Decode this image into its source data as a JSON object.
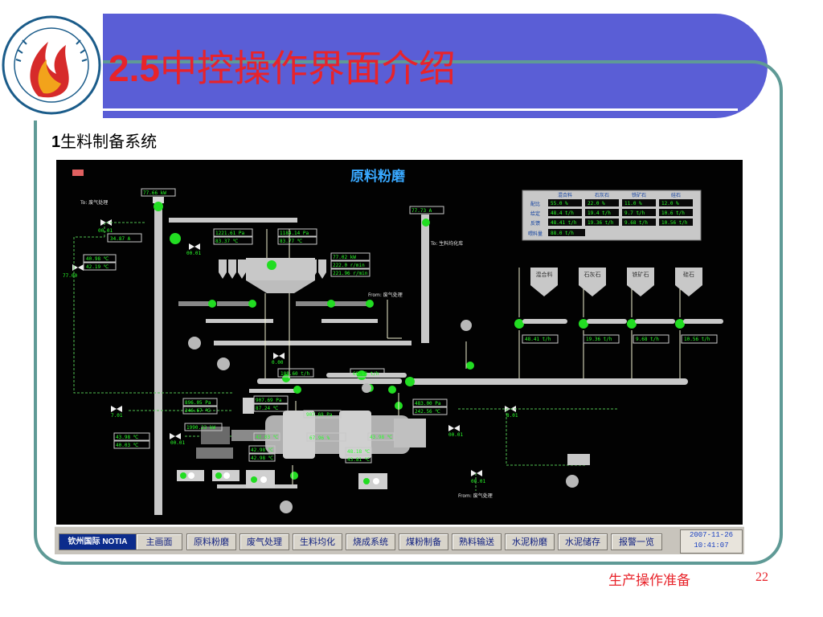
{
  "slide": {
    "title_num": "2.5",
    "title_text": "中控操作界面介绍",
    "subtitle_num": "1",
    "subtitle_text": "生料制备系统",
    "footer": "生产操作准备",
    "page_number": "22"
  },
  "screen": {
    "title": "原料粉磨",
    "table": {
      "headers": [
        "",
        "混合料",
        "石灰石",
        "铁矿石",
        "硅石"
      ],
      "rows": [
        [
          "配比",
          "55.0 %",
          "22.0 %",
          "11.0 %",
          "12.0 %"
        ],
        [
          "给定",
          "48.4 t/h",
          "19.4 t/h",
          "9.7 t/h",
          "10.6 t/h"
        ],
        [
          "反馈",
          "48.41 t/h",
          "19.36 t/h",
          "9.68 t/h",
          "10.56 t/h"
        ]
      ],
      "total_label": "喂料量",
      "total_value": "88.0 t/h"
    },
    "silos": [
      "混合料",
      "石灰石",
      "铁矿石",
      "硅石"
    ],
    "feeder_values": [
      "48.41 t/h",
      "19.36 t/h",
      "9.68 t/h",
      "10.56 t/h"
    ],
    "labels": {
      "to_exhaust": "To: 废气处理",
      "to_homog": "To: 生料均化库",
      "from_exhaust": "From: 废气处理",
      "from_exhaust2": "From: 废气处理"
    },
    "readings": {
      "elev1": "77.66 kW",
      "elev2": "77.73 A",
      "fan_a": "34.87 A",
      "temp_a1": "40.98 ℃",
      "temp_a2": "42.19 ℃",
      "p1": "1221.61 Pa",
      "t1": "83.37 ℃",
      "p2": "1184.14 Pa",
      "t2": "83.77 ℃",
      "sep1": "77.02 kW",
      "sep2": "222.0 r/min",
      "sep3": "221.96 r/min",
      "belt1": "108.60 t/h",
      "belt2": "68.13 t/h",
      "mill_in_p": "896.05 Pa",
      "mill_in_t": "246.67 ℃",
      "mill_p2": "907.69 Pa",
      "mill_t2": "87.24 ℃",
      "mill_p3": "907.69 Pa",
      "outlet_p": "483.00 Pa",
      "outlet_t": "242.56 ℃",
      "motor": "1990.23 kW",
      "bear1": "42.03 ℃",
      "bear2": "42.98 ℃",
      "bear3": "42.98 ℃",
      "mill_pct": "67.96 %",
      "bear4": "48.18 ℃",
      "bear5": "43.81 ℃",
      "bear6": "43.98 ℃",
      "left_t1": "43.98 ℃",
      "left_t2": "40.03 ℃",
      "damper1": "77.00",
      "damper2": "00.01",
      "damper3": "00.01",
      "damper4": "0.00",
      "damper5": "7.01",
      "damper6": "00.01",
      "damper7": "8.01",
      "damper8": "00.01",
      "damper9": "00.01"
    }
  },
  "navbar": {
    "logo": "钦州国际 NOTIA",
    "buttons": [
      "主画面",
      "原料粉磨",
      "废气处理",
      "生料均化",
      "烧成系统",
      "煤粉制备",
      "熟料输送",
      "水泥粉磨",
      "水泥储存",
      "报警一览"
    ],
    "date": "2007-11-26",
    "time": "10:41:07"
  },
  "colors": {
    "title_bar": "#5a5ed6",
    "title_text": "#e8232a",
    "frame": "#5f9a96",
    "scada_bg": "#020202",
    "pipe": "#c8c8c8",
    "value_text": "#2aff2a",
    "motor_on": "#22dd22"
  }
}
